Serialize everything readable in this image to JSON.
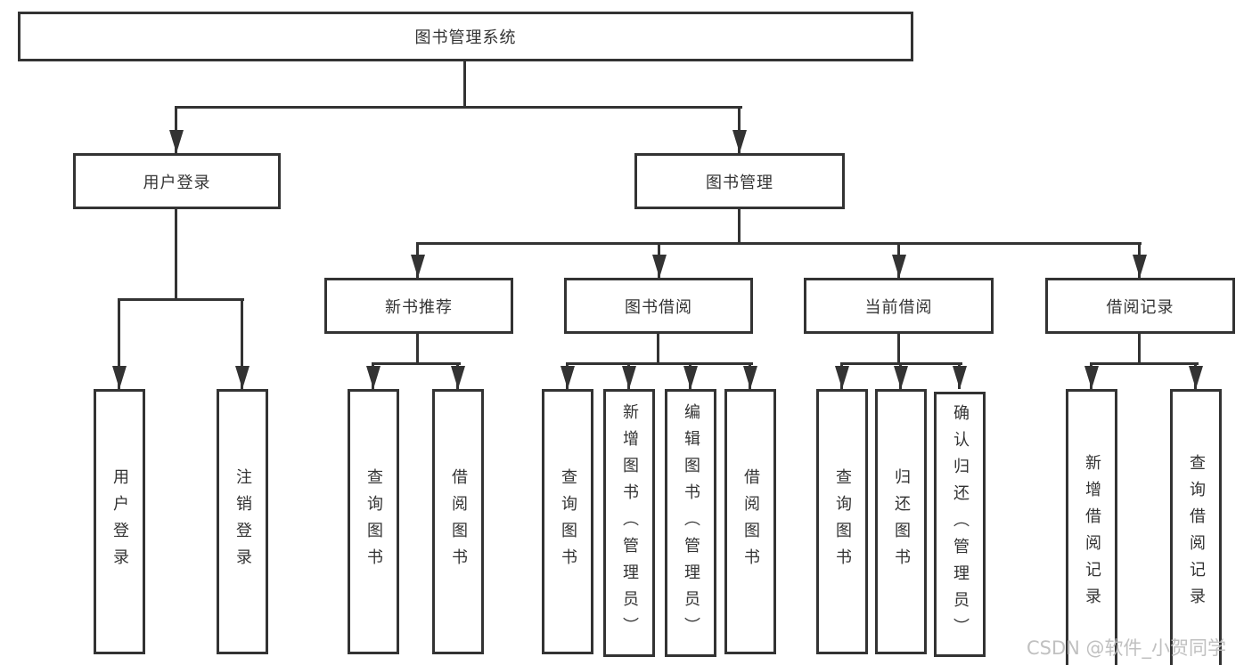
{
  "diagram": {
    "root": {
      "label": "图书管理系统"
    },
    "level2": [
      {
        "label": "用户登录"
      },
      {
        "label": "图书管理"
      }
    ],
    "level3": [
      {
        "label": "新书推荐"
      },
      {
        "label": "图书借阅"
      },
      {
        "label": "当前借阅"
      },
      {
        "label": "借阅记录"
      }
    ],
    "leaves": [
      {
        "label": "用户登录"
      },
      {
        "label": "注销登录"
      },
      {
        "label": "查询图书"
      },
      {
        "label": "借阅图书"
      },
      {
        "label": "查询图书"
      },
      {
        "label": "新增图书（管理员）"
      },
      {
        "label": "编辑图书（管理员）"
      },
      {
        "label": "借阅图书"
      },
      {
        "label": "查询图书"
      },
      {
        "label": "归还图书"
      },
      {
        "label": "确认归还（管理员）"
      },
      {
        "label": "新增借阅记录"
      },
      {
        "label": "查询借阅记录"
      }
    ],
    "watermark": "CSDN @软件_小贺同学",
    "colors": {
      "line": "#333333",
      "box_background": "#ffffff",
      "watermark": "#bbbbbb",
      "page_background": "#ffffff"
    }
  }
}
